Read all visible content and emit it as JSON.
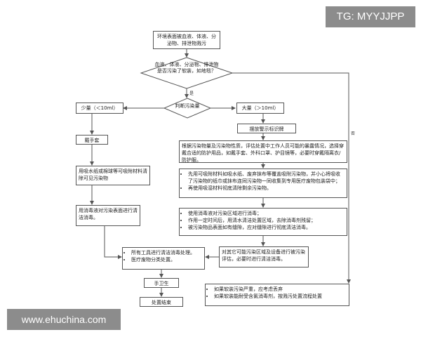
{
  "watermarks": {
    "tg": "TG: MYYJJPP",
    "site": "www.ehuchina.com"
  },
  "flow": {
    "start": "环境表面被血液、体液、分泌物、排泄物溅污",
    "decision1": "血液、体液、分泌物、排泄物是否污染了软装，如地毯？",
    "decision1_yes": "是",
    "decision1_no": "否",
    "decision2": "判断污染量",
    "small": "少量（＜10ml）",
    "large": "大量（＞10ml）",
    "gloves": "戴手套",
    "warning": "摆放警示标识牌",
    "assess": "根据污染物量及污染物性质，评估处置中工作人员可能的暴露情况，选择穿戴合适的防护用品，如戴手套、外科口罩、护目镜等，必要时穿戴隔离衣/防护服。",
    "absorb_small": "用吸水纸或棉球等可吸附材料清除可见污染物",
    "absorb_large": [
      "先用可吸附材料如吸水纸、废弃抹布等覆盖吸附污染物，并小心将吸收了污染物的纸巾或抹布连同污染物一同收集到专用医疗废物包装袋中；",
      "再使用吸湿材料彻底清除剩余污染物。"
    ],
    "disinfect_small": "用消毒液对污染表面进行清洁消毒。",
    "disinfect_large": [
      "使用消毒液对污染区域进行消毒；",
      "作用一定时间后，用清水清洁处置区域，去除消毒剂残留；",
      "被污染物品表面如有缝隙，应对缝隙进行彻底清洁消毒。"
    ],
    "nearby": "对其它可能污染区域及设备进行被污染评估，必要时进行清洁消毒。",
    "tools": [
      "所有工具进行清洁消毒处理。",
      "医疗废物分类处置。"
    ],
    "hand_hygiene": "手卫生",
    "end": "处置结束",
    "soft_furnishing": [
      "如果软装污染严重，应考虑丢弃",
      "如果软装能耐受含氯消毒剂，按溅污处置流程处置"
    ]
  }
}
